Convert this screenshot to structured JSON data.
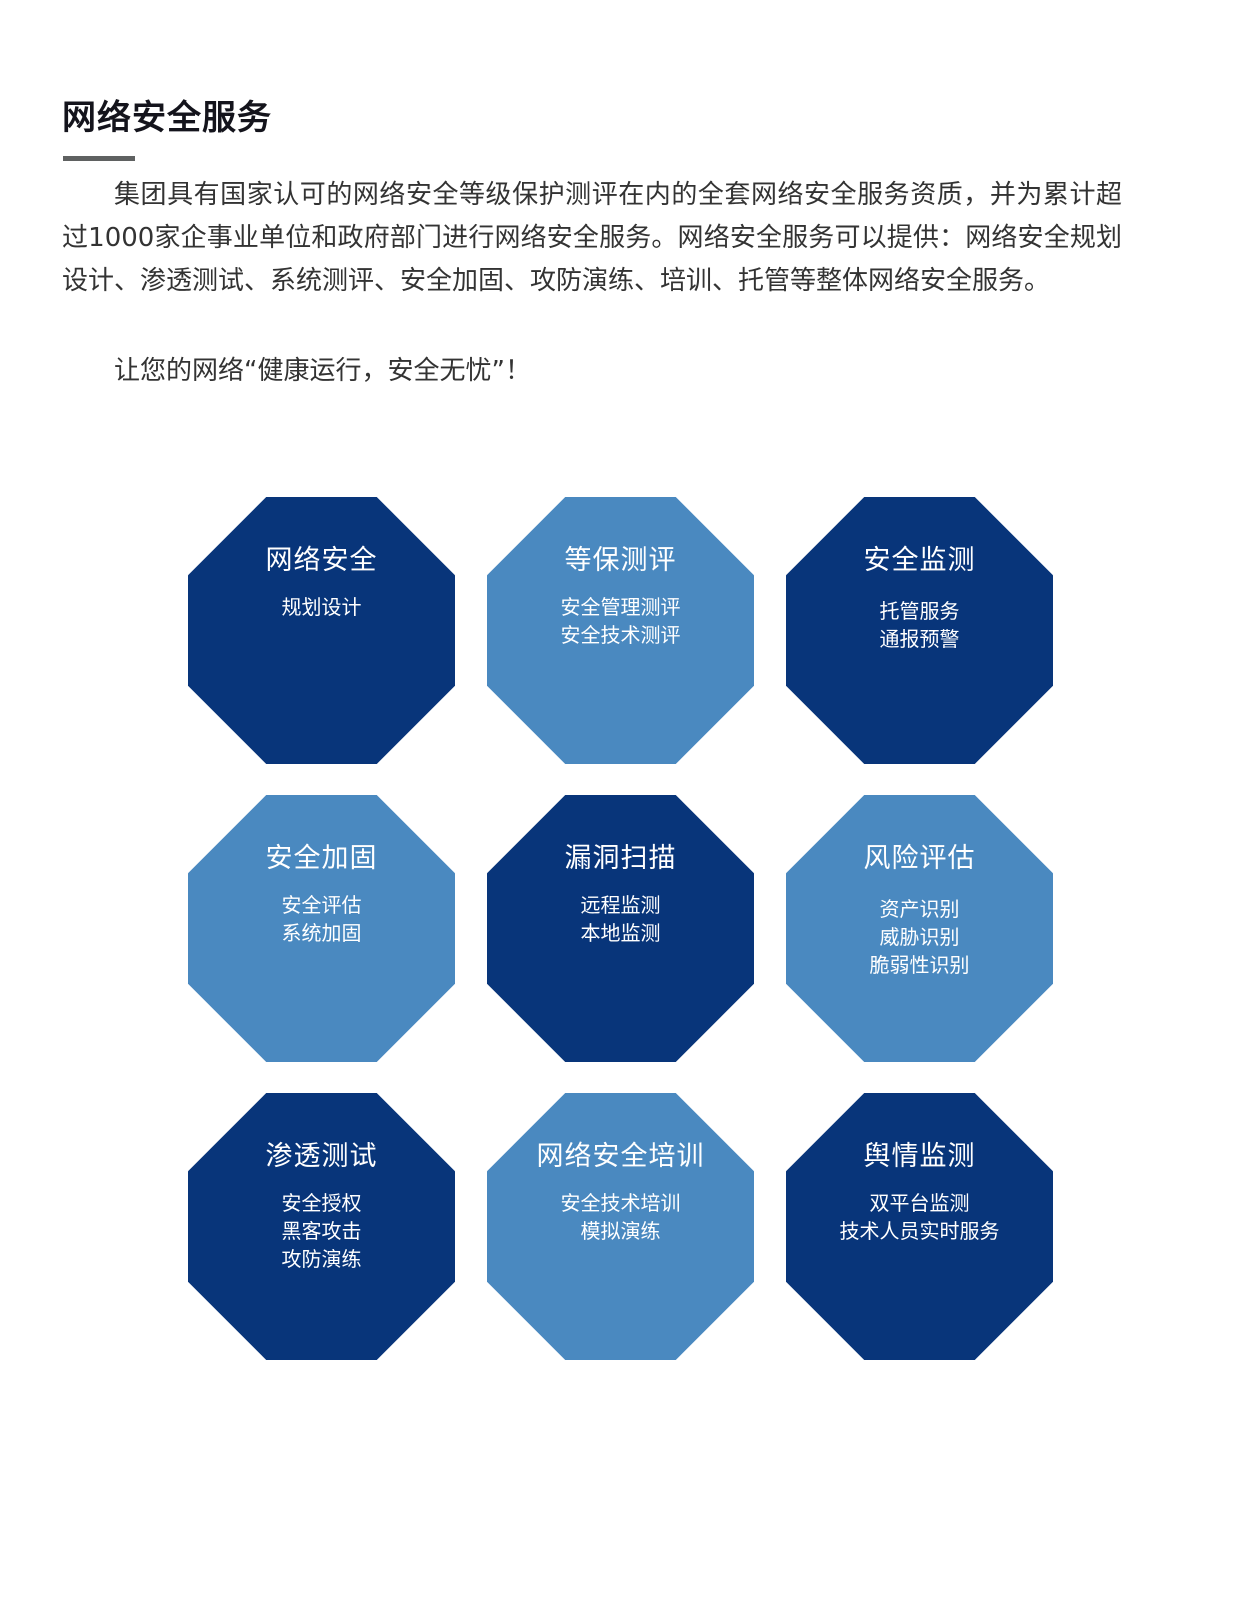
{
  "page": {
    "title": "网络安全服务",
    "intro": "集团具有国家认可的网络安全等级保护测评在内的全套网络安全服务资质，并为累计超过1000家企事业单位和政府部门进行网络安全服务。网络安全服务可以提供：网络安全规划设计、渗透测试、系统测评、安全加固、攻防演练、培训、托管等整体网络安全服务。",
    "slogan": "让您的网络“健康运行，安全无忧”！"
  },
  "colors": {
    "dark": "#08357a",
    "light": "#4a89c0",
    "title_bar": "#5f6161",
    "text": "#333333"
  },
  "services": [
    {
      "title": "网络安全",
      "tone": "dark",
      "items": [
        "规划设计"
      ]
    },
    {
      "title": "等保测评",
      "tone": "light",
      "items": [
        "安全管理测评",
        "安全技术测评"
      ]
    },
    {
      "title": "安全监测",
      "tone": "dark",
      "items": [
        "托管服务",
        "通报预警"
      ]
    },
    {
      "title": "安全加固",
      "tone": "light",
      "items": [
        "安全评估",
        "系统加固"
      ]
    },
    {
      "title": "漏洞扫描",
      "tone": "dark",
      "items": [
        "远程监测",
        "本地监测"
      ]
    },
    {
      "title": "风险评估",
      "tone": "light",
      "items": [
        "资产识别",
        "威胁识别",
        "脆弱性识别"
      ]
    },
    {
      "title": "渗透测试",
      "tone": "dark",
      "items": [
        "安全授权",
        "黑客攻击",
        "攻防演练"
      ]
    },
    {
      "title": "网络安全培训",
      "tone": "light",
      "items": [
        "安全技术培训",
        "模拟演练"
      ]
    },
    {
      "title": "舆情监测",
      "tone": "dark",
      "items": [
        "双平台监测",
        "技术人员实时服务"
      ]
    }
  ]
}
